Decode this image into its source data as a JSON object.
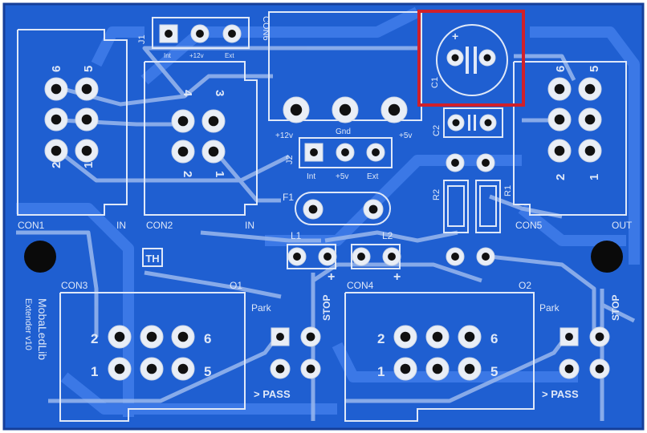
{
  "board": {
    "name_line1": "MobaLedLib",
    "name_line2": "Extender v10",
    "logo_text": "TH",
    "highlight_color": "#d0202a",
    "board_color": "#1f5fd1",
    "copper_color": "#3b78e6",
    "silk_color": "#dfe8f8"
  },
  "labels": {
    "con1": "CON1",
    "con1_in": "IN",
    "con2": "CON2",
    "con2_in": "IN",
    "con5": "CON5",
    "con5_out": "OUT",
    "con6": "CON6",
    "j1": "J1",
    "j1_int": "Int",
    "j1_12v": "+12v",
    "j1_ext": "Ext",
    "v12": "+12v",
    "gnd": "Gnd",
    "v5": "+5v",
    "j2": "J2",
    "j2_int": "Int",
    "j2_5v": "+5v",
    "j2_ext": "Ext",
    "f1": "F1",
    "l1": "L1",
    "l2": "L2",
    "plus1": "+",
    "plus2": "+",
    "c1": "C1",
    "c2": "C2",
    "r1": "R1",
    "r2": "R2",
    "c1_plus": "+",
    "con3": "CON3",
    "o1": "O1",
    "con4": "CON4",
    "o2": "O2",
    "park1": "Park",
    "park2": "Park",
    "stop1": "STOP",
    "stop2": "STOP",
    "pass1": "> PASS",
    "pass2": "> PASS",
    "pin6": "6",
    "pin5": "5",
    "pin2": "2",
    "pin1": "1",
    "pin4": "4",
    "pin3": "3",
    "con5_6": "6",
    "con5_5": "5",
    "con5_2": "2",
    "con5_1": "1",
    "con3_2": "2",
    "con3_1": "1",
    "con3_6": "6",
    "con3_5": "5",
    "con4_2": "2",
    "con4_1": "1",
    "con4_6": "6",
    "con4_5": "5"
  }
}
